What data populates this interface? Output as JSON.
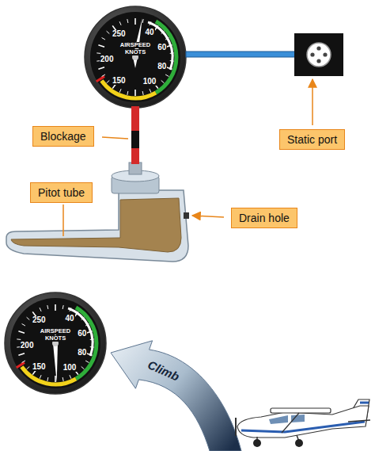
{
  "diagram": {
    "nodes": [
      {
        "text": [
          "Blockage"
        ]
      },
      {
        "text": [
          "Static port"
        ]
      },
      {
        "text": [
          "Pitot tube"
        ]
      },
      {
        "text": [
          "Drain hole"
        ]
      }
    ],
    "labels": [
      "250",
      "40",
      "60",
      "80",
      "100",
      "150",
      "200",
      "AIRSPEED",
      "KNOTS",
      "250",
      "40",
      "60",
      "80",
      "100",
      "150",
      "200",
      "AIRSPEED",
      "KNOTS",
      "Climb"
    ]
  }
}
